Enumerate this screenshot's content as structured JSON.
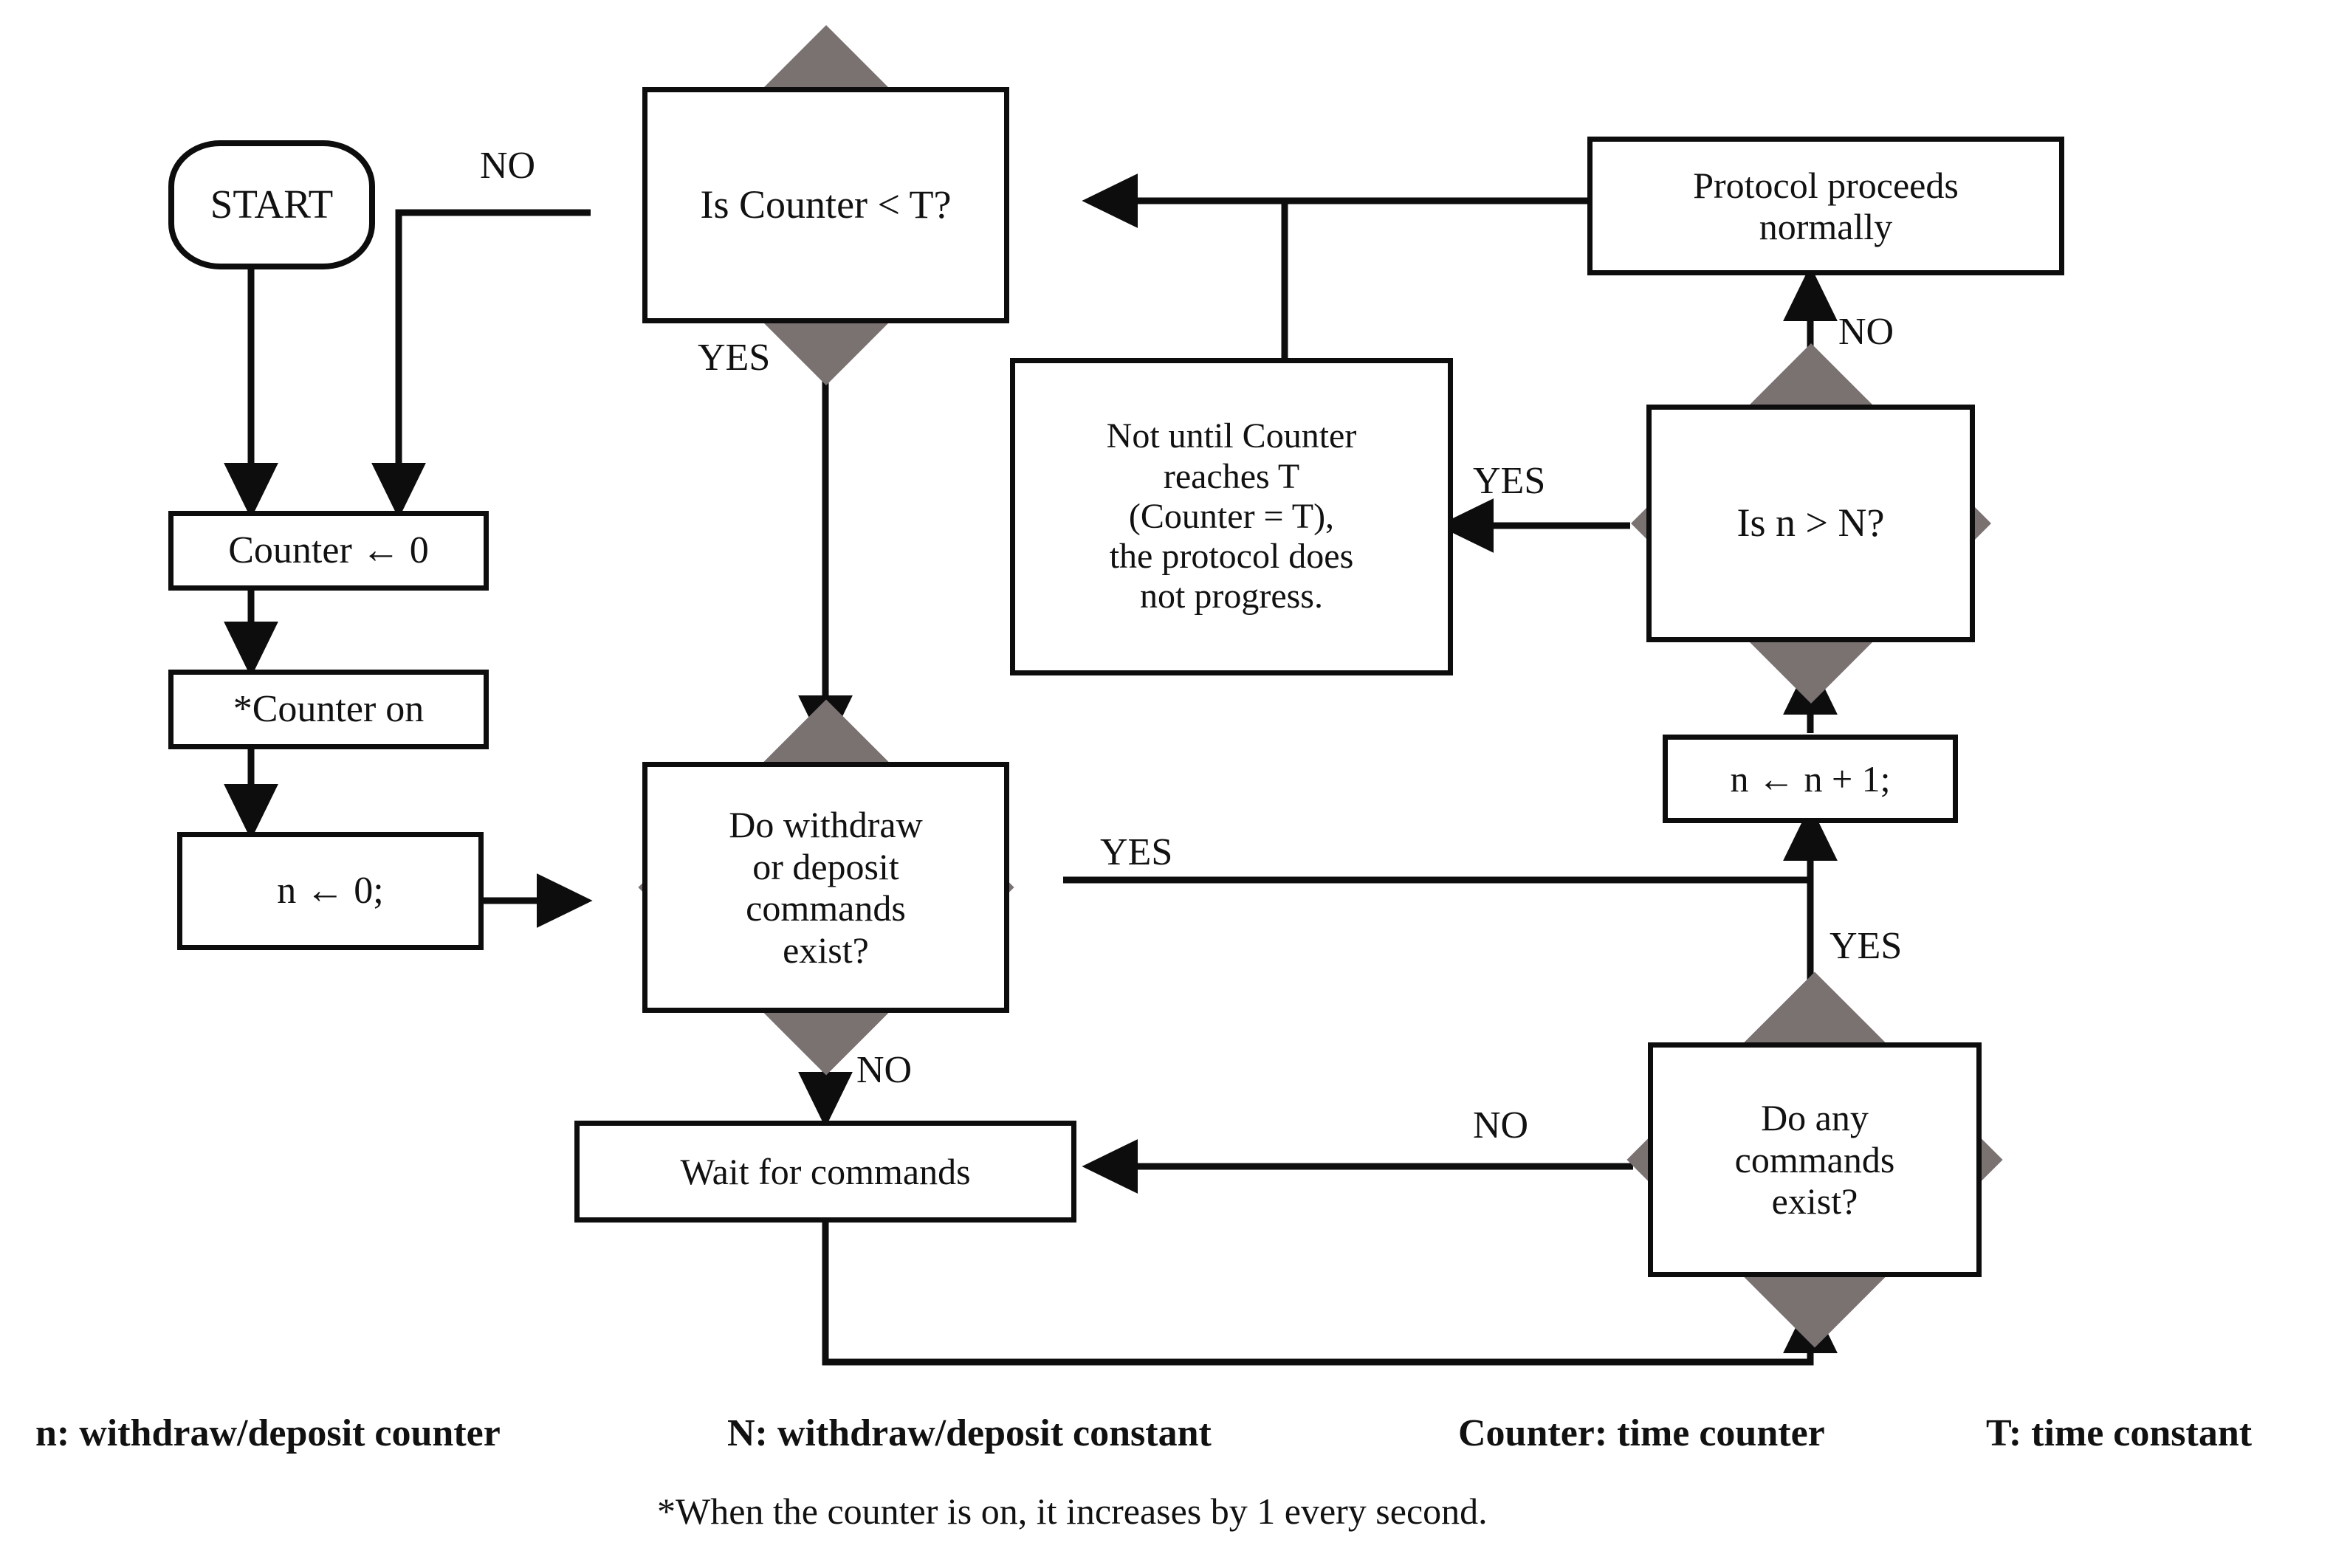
{
  "diagram": {
    "title_present": false,
    "gray_fill": "#7a7171",
    "stroke": "#0d0d0d",
    "nodes": {
      "start": {
        "label": "START",
        "shape": "stadium"
      },
      "counter_init": {
        "label": "Counter ← 0",
        "shape": "process"
      },
      "counter_on": {
        "label": "*Counter on",
        "shape": "process"
      },
      "n_init": {
        "label": "n ← 0;",
        "shape": "process"
      },
      "is_counter_lt_t": {
        "label": "Is Counter < T?",
        "shape": "decision"
      },
      "do_withdraw_or_deposit": {
        "label": "Do withdraw\nor deposit\ncommands\nexist?",
        "shape": "decision"
      },
      "wait_for_commands": {
        "label": "Wait for commands",
        "shape": "process"
      },
      "not_until_counter": {
        "label": "Not until Counter\nreaches T\n(Counter = T),\nthe protocol does\nnot progress.",
        "shape": "process"
      },
      "protocol_proceeds": {
        "label": "Protocol proceeds\nnormally",
        "shape": "process"
      },
      "is_n_gt_n": {
        "label": "Is n > N?",
        "shape": "decision"
      },
      "n_increment": {
        "label": "n ← n + 1;",
        "shape": "process"
      },
      "do_any_commands": {
        "label": "Do any\ncommands\nexist?",
        "shape": "decision"
      }
    },
    "edge_labels": {
      "start_no": "NO",
      "counter_yes": "YES",
      "withdraw_yes": "YES",
      "withdraw_no": "NO",
      "n_gt_n_no": "NO",
      "n_gt_n_yes": "YES",
      "any_commands_yes": "YES",
      "any_commands_no": "NO"
    }
  },
  "legend": {
    "items": [
      "n: withdraw/deposit counter",
      "N: withdraw/deposit constant",
      "Counter: time counter",
      "T: time constant"
    ]
  },
  "footnote": {
    "text": "*When the counter is on, it increases by 1 every second."
  }
}
